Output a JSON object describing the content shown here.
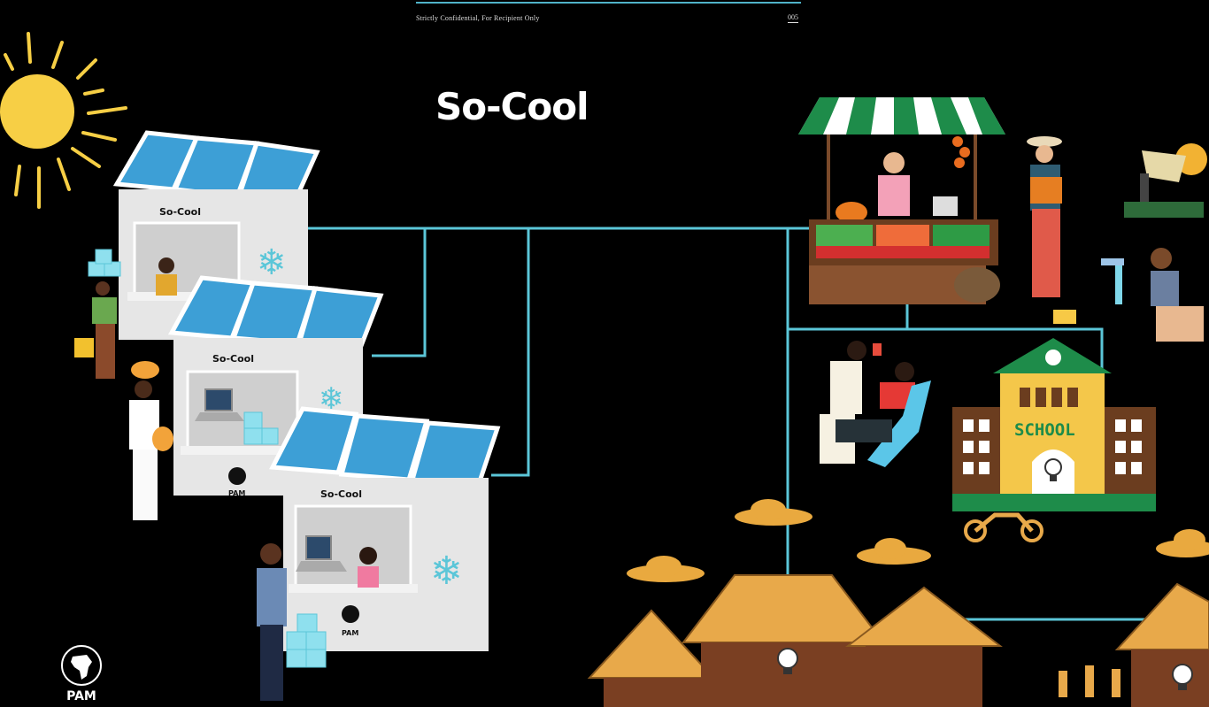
{
  "header": {
    "confidential_text": "Strictly Confidential, For Recipient Only",
    "page_number": "005"
  },
  "slide": {
    "title": "So-Cool"
  },
  "kiosks": [
    {
      "label": "So-Cool"
    },
    {
      "label": "So-Cool",
      "badge": "PAM"
    },
    {
      "label": "So-Cool",
      "badge": "PAM"
    }
  ],
  "school": {
    "sign": "SCHOOL"
  },
  "logo": {
    "text": "PAM"
  },
  "colors": {
    "background": "#000000",
    "connector_lines": "#5bc6d8",
    "sun": "#f7cf45",
    "panel": "#3d9fd6",
    "kiosk_body": "#e6e6e6",
    "roof_thatch": "#e8a94a",
    "cloud": "#e9a93f",
    "school_wall": "#f4c74a",
    "school_roof": "#1e8c4a",
    "awning_green": "#1e8c4a"
  }
}
